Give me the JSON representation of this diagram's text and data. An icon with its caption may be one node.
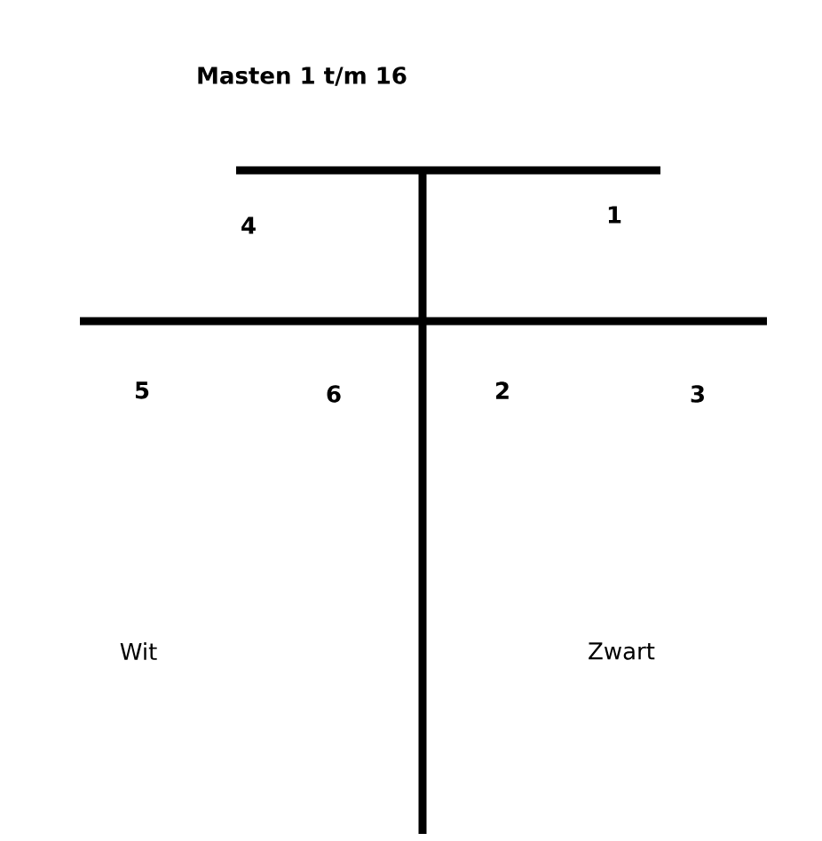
{
  "diagram": {
    "title": "Masten 1 t/m 16",
    "labels": [
      "4",
      "1",
      "5",
      "6",
      "2",
      "3",
      "Wit",
      "Zwart"
    ]
  }
}
